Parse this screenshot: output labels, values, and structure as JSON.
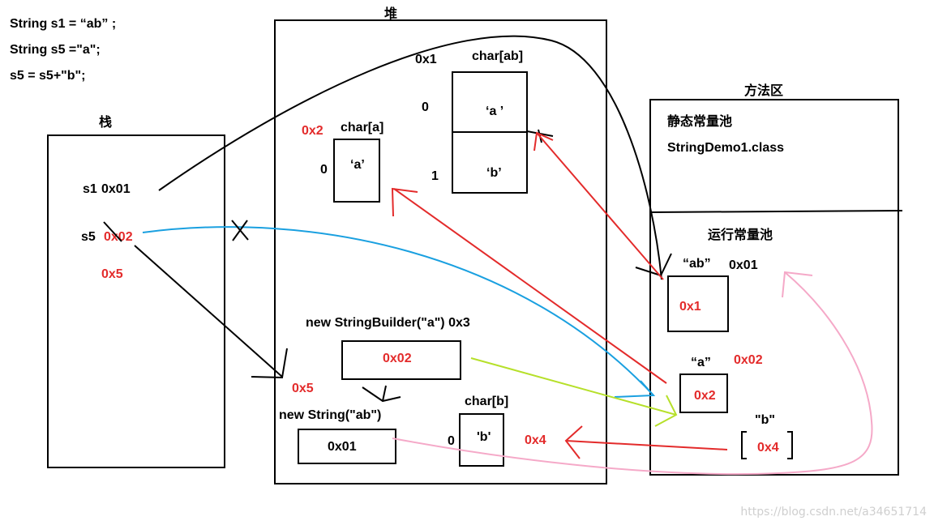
{
  "code": {
    "line1": "String s1 = “ab” ;",
    "line2": "String s5 =\"a\";",
    "line3": "s5 = s5+\"b\";"
  },
  "stack": {
    "title": "栈",
    "s1_name": "s1",
    "s1_addr": "0x01",
    "s5_name": "s5",
    "s5_old_addr": "0x02",
    "s5_new_addr": "0x5"
  },
  "heap": {
    "title": "堆",
    "char_ab": {
      "addr": "0x1",
      "type": "char[ab]",
      "idx0": "0",
      "idx1": "1",
      "val0": "‘a ’",
      "val1": "‘b’"
    },
    "char_a": {
      "addr": "0x2",
      "type": "char[a]",
      "idx0": "0",
      "val0": "‘a’"
    },
    "string_builder": {
      "label": "new StringBuilder(\"a\") 0x3",
      "value": "0x02"
    },
    "new_string": {
      "addr": "0x5",
      "label": "new String(\"ab\")",
      "value": "0x01"
    },
    "char_b": {
      "type": "char[b]",
      "idx0": "0",
      "val0": "'b'",
      "addr": "0x4"
    }
  },
  "method_area": {
    "title": "方法区",
    "static_pool": "静态常量池",
    "class_name": "StringDemo1.class",
    "runtime_pool": "运行常量池",
    "ab": {
      "label": "“ab”",
      "addr": "0x01",
      "value": "0x1"
    },
    "a": {
      "label": "“a”",
      "addr": "0x02",
      "value": "0x2"
    },
    "b": {
      "label": "\"b\"",
      "value": "0x4"
    }
  },
  "watermark": "https://blog.csdn.net/a34651714",
  "colors": {
    "red": "#e32b2b",
    "blue": "#1aa0e0",
    "green": "#b6e02a",
    "pink": "#f5a9c8",
    "black": "#000000"
  }
}
